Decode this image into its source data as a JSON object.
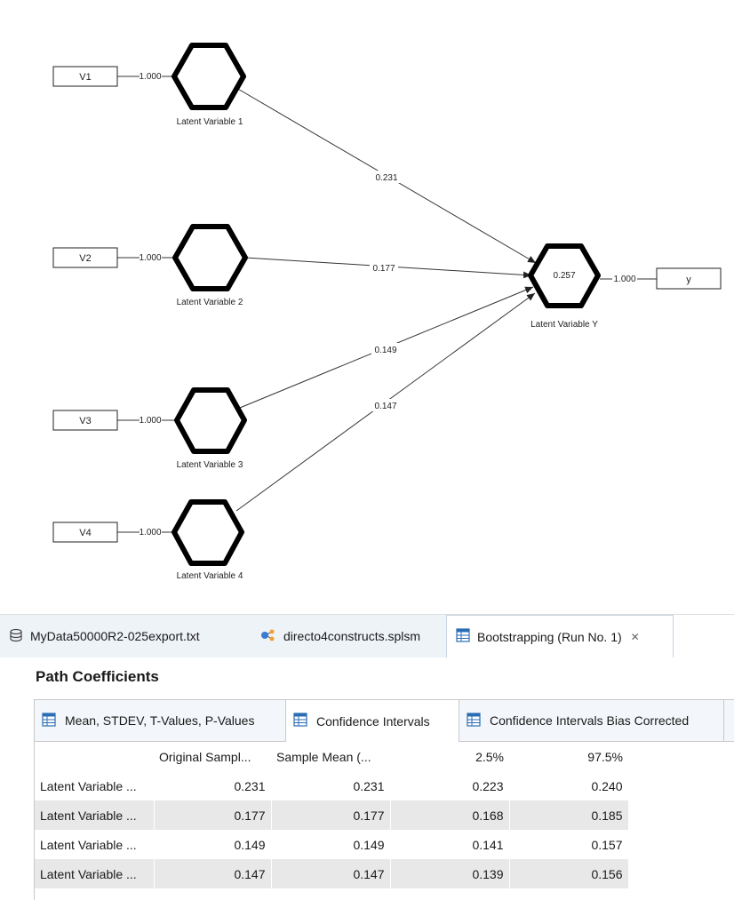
{
  "model": {
    "indicators": [
      {
        "id": "V1",
        "label": "V1"
      },
      {
        "id": "V2",
        "label": "V2"
      },
      {
        "id": "V3",
        "label": "V3"
      },
      {
        "id": "V4",
        "label": "V4"
      },
      {
        "id": "y",
        "label": "y"
      }
    ],
    "loadings": [
      "1.000",
      "1.000",
      "1.000",
      "1.000",
      "1.000"
    ],
    "latent_variables": [
      {
        "label": "Latent Variable 1",
        "value": ""
      },
      {
        "label": "Latent Variable 2",
        "value": ""
      },
      {
        "label": "Latent Variable 3",
        "value": ""
      },
      {
        "label": "Latent Variable 4",
        "value": ""
      },
      {
        "label": "Latent Variable Y",
        "value": "0.257"
      }
    ],
    "paths": [
      "0.231",
      "0.177",
      "0.149",
      "0.147"
    ]
  },
  "editor_tabs": [
    {
      "label": "MyData50000R2-025export.txt",
      "icon": "database-icon"
    },
    {
      "label": "directo4constructs.splsm",
      "icon": "model-icon"
    },
    {
      "label": "Bootstrapping (Run No. 1)",
      "icon": "table-icon",
      "close": "✕"
    }
  ],
  "results": {
    "title": "Path Coefficients",
    "sub_tabs": [
      {
        "label": "Mean, STDEV, T-Values, P-Values"
      },
      {
        "label": "Confidence Intervals"
      },
      {
        "label": "Confidence Intervals Bias Corrected"
      }
    ],
    "columns": [
      "",
      "Original Sampl...",
      "Sample Mean (...",
      "2.5%",
      "97.5%"
    ],
    "rows": [
      [
        "Latent Variable ...",
        "0.231",
        "0.231",
        "0.223",
        "0.240"
      ],
      [
        "Latent Variable ...",
        "0.177",
        "0.177",
        "0.168",
        "0.185"
      ],
      [
        "Latent Variable ...",
        "0.149",
        "0.149",
        "0.141",
        "0.157"
      ],
      [
        "Latent Variable ...",
        "0.147",
        "0.147",
        "0.139",
        "0.156"
      ]
    ]
  },
  "colors": {
    "accent": "#2a6db4",
    "row_alt": "#e8e8e8",
    "tab_bg": "#eef3f8"
  }
}
